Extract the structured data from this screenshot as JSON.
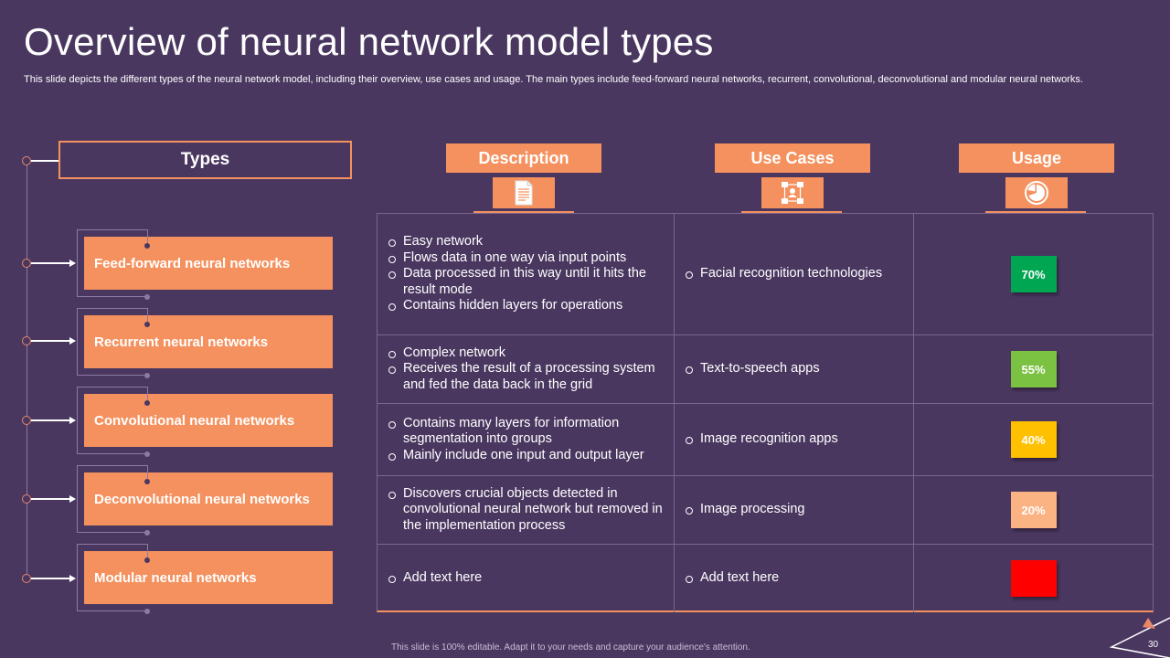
{
  "header": {
    "title": "Overview of neural network model types",
    "subtitle": "This slide depicts the different types of the neural network model, including their overview, use cases and usage. The main types include feed-forward neural networks, recurrent, convolutional, deconvolutional and modular neural networks."
  },
  "types_label": "Types",
  "columns": {
    "description": "Description",
    "use_cases": "Use Cases",
    "usage": "Usage"
  },
  "rows": [
    {
      "type": "Feed-forward neural networks",
      "description": [
        "Easy network",
        "Flows data in one way via input points",
        "Data processed in this way until it hits the result mode",
        "Contains hidden layers for operations"
      ],
      "use_case": "Facial recognition technologies",
      "usage": "70%",
      "usage_value": 70,
      "color": "#00a651"
    },
    {
      "type": "Recurrent neural networks",
      "description": [
        "Complex network",
        "Receives the result of a processing system and fed the data back in the grid"
      ],
      "use_case": "Text-to-speech apps",
      "usage": "55%",
      "usage_value": 55,
      "color": "#7cc242"
    },
    {
      "type": "Convolutional neural networks",
      "description": [
        "Contains many layers for information segmentation into groups",
        "Mainly include one input and output layer"
      ],
      "use_case": "Image recognition apps",
      "usage": "40%",
      "usage_value": 40,
      "color": "#ffc000"
    },
    {
      "type": "Deconvolutional neural networks",
      "description": [
        "Discovers crucial objects detected in convolutional neural network but removed in the implementation process"
      ],
      "use_case": "Image processing",
      "usage": "20%",
      "usage_value": 20,
      "color": "#fbb383"
    },
    {
      "type": "Modular neural networks",
      "description": [
        "Add text here"
      ],
      "use_case": "Add text here",
      "usage": "",
      "color": "#ff0000"
    }
  ],
  "footer": {
    "note": "This slide is 100% editable. Adapt it to your needs and capture your audience's attention.",
    "page_number": "30"
  },
  "icons": {
    "description": "document-icon",
    "use_cases": "network-diagram-icon",
    "usage": "pie-chart-icon"
  }
}
